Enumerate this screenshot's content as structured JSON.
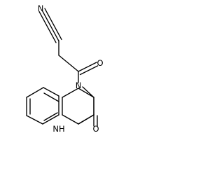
{
  "structure": {
    "atoms": {
      "nitrile_n": "N",
      "ketone_o": "O",
      "ring_n1": "N",
      "lactam_nh": "NH",
      "lactam_h": "H",
      "lactam_n": "N",
      "lactam_o": "O"
    },
    "colors": {
      "bond": "#000000",
      "label": "#000000",
      "background": "#ffffff"
    }
  }
}
